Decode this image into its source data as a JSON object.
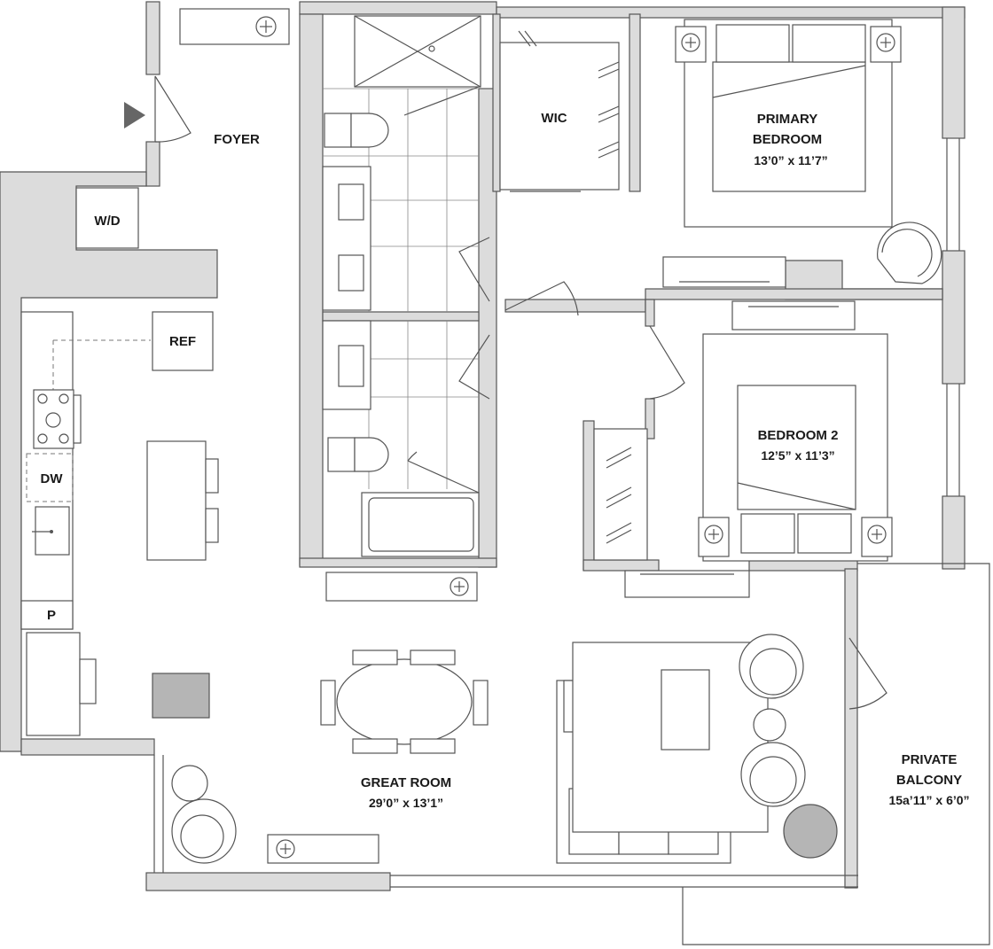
{
  "rooms": {
    "foyer": "FOYER",
    "wd": "W/D",
    "ref": "REF",
    "dw": "DW",
    "pantry": "P",
    "wic": "WIC",
    "primary_line1": "PRIMARY",
    "primary_line2": "BEDROOM",
    "primary_dim": "13’0” x 11’7”",
    "bed2_line1": "BEDROOM 2",
    "bed2_dim": "12’5” x 11’3”",
    "great_line1": "GREAT ROOM",
    "great_dim": "29’0” x 13’1”",
    "balcony_line1": "PRIVATE",
    "balcony_line2": "BALCONY",
    "balcony_dim": "15a’11” x 6’0”"
  },
  "colors": {
    "wall": "#dcdcdc",
    "line": "#555555",
    "entry_arrow": "#666666",
    "solid_furniture": "#b5b5b5"
  },
  "icons": [
    "entry-arrow-icon",
    "outlet-icon",
    "lamp-icon"
  ]
}
